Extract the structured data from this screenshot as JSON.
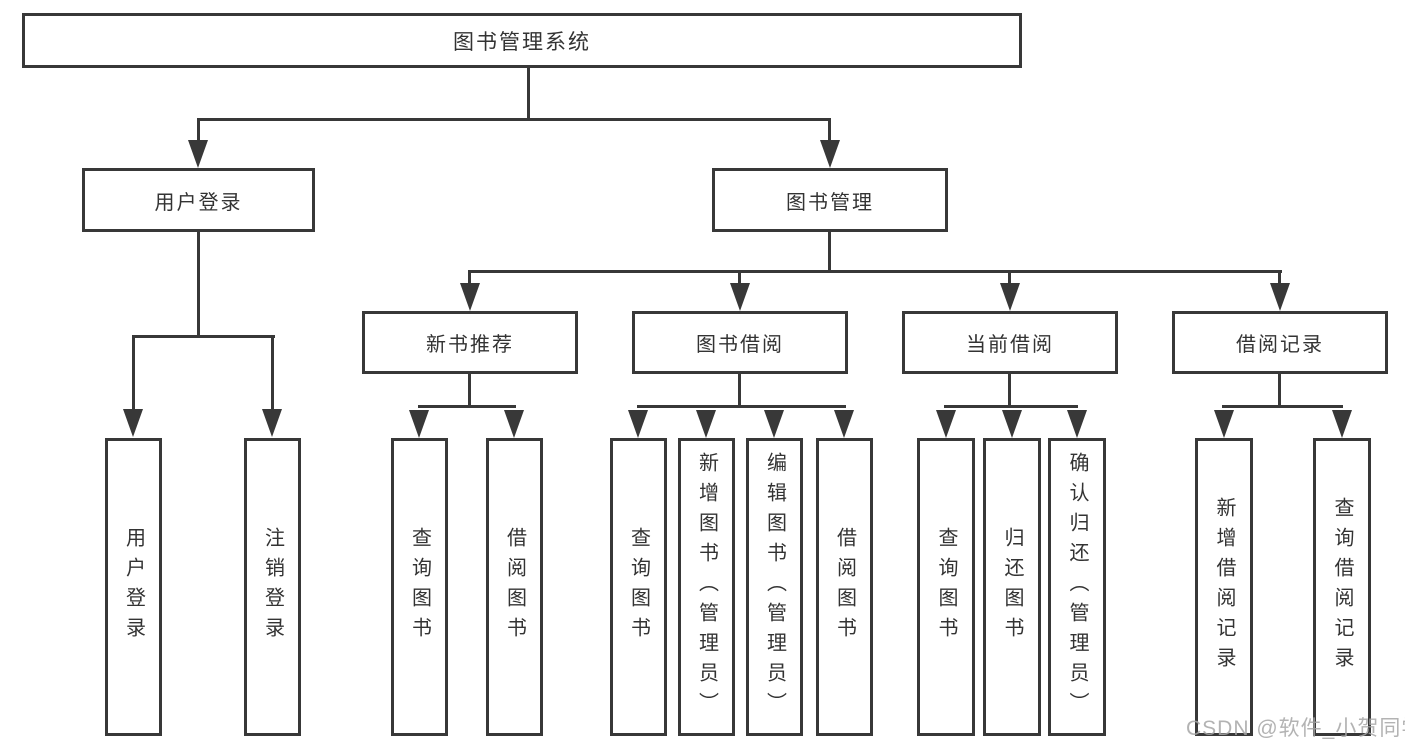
{
  "diagram": {
    "root": {
      "label": "图书管理系统"
    },
    "level2": [
      {
        "label": "用户登录"
      },
      {
        "label": "图书管理"
      }
    ],
    "level3": [
      {
        "label": "新书推荐"
      },
      {
        "label": "图书借阅"
      },
      {
        "label": "当前借阅"
      },
      {
        "label": "借阅记录"
      }
    ],
    "leaves": {
      "user_login": [
        {
          "label": "用户登录"
        },
        {
          "label": "注销登录"
        }
      ],
      "new_book_recommend": [
        {
          "label": "查询图书"
        },
        {
          "label": "借阅图书"
        }
      ],
      "book_borrow": [
        {
          "label": "查询图书"
        },
        {
          "label": "新增图书（管理员）"
        },
        {
          "label": "编辑图书（管理员）"
        },
        {
          "label": "借阅图书"
        }
      ],
      "current_borrow": [
        {
          "label": "查询图书"
        },
        {
          "label": "归还图书"
        },
        {
          "label": "确认归还（管理员）"
        }
      ],
      "borrow_records": [
        {
          "label": "新增借阅记录"
        },
        {
          "label": "查询借阅记录"
        }
      ]
    },
    "colors": {
      "line": "#383838",
      "text": "#333333",
      "watermark": "#a6a6a6"
    },
    "watermark": "CSDN @软件_小贺同学"
  }
}
